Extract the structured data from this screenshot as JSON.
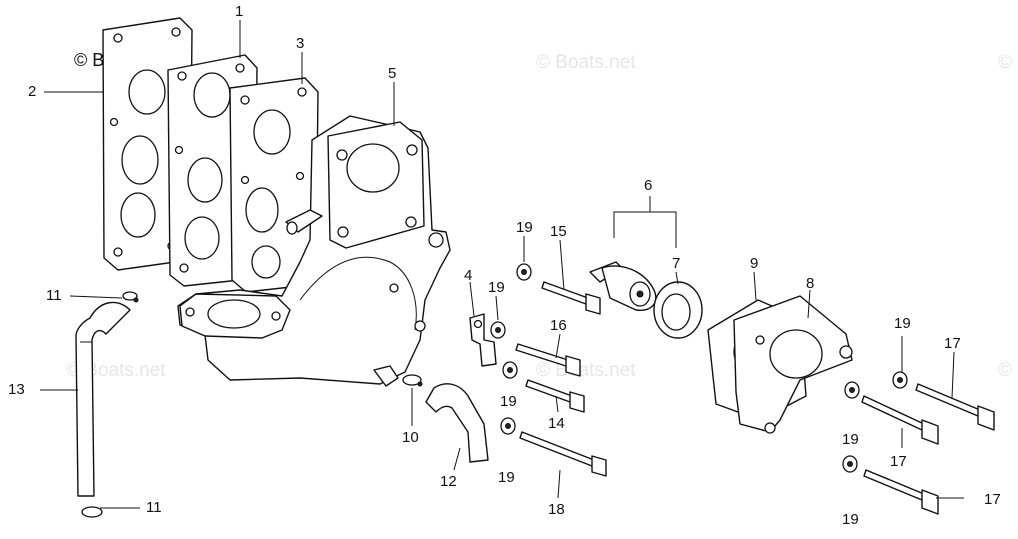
{
  "watermark": {
    "main": "© Boats.net",
    "faded": "© Boats.net",
    "edge": "©"
  },
  "callouts": [
    "1",
    "2",
    "3",
    "4",
    "5",
    "6",
    "7",
    "8",
    "9",
    "10",
    "11",
    "11",
    "12",
    "13",
    "14",
    "15",
    "16",
    "17",
    "17",
    "17",
    "18",
    "19",
    "19",
    "19",
    "19",
    "19",
    "19",
    "19",
    "19"
  ],
  "colors": {
    "line": "#111111",
    "background": "#ffffff",
    "watermark_faded": "#e6e6e6"
  }
}
